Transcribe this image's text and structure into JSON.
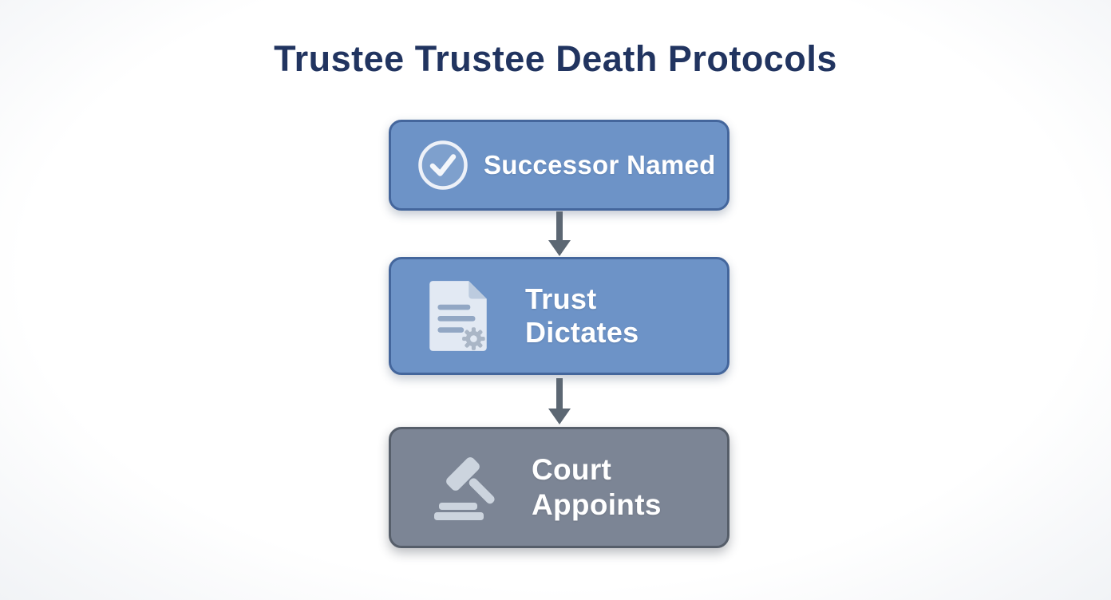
{
  "page": {
    "title": "Trustee Trustee Death Protocols"
  },
  "colors": {
    "title_text": "#213460",
    "node_blue_fill": "#6d93c7",
    "node_blue_border": "#44669c",
    "node_gray_fill": "#7c8595",
    "node_gray_border": "#565e6a",
    "arrow": "#5c6773",
    "node_text": "#ffffff"
  },
  "nodes": [
    {
      "label": "Successor Named",
      "line1": "Successor Named",
      "line2": "",
      "icon": "check-circle-icon",
      "variant": "blue"
    },
    {
      "label": "Trust Dictates",
      "line1": "Trust",
      "line2": "Dictates",
      "icon": "document-gear-icon",
      "variant": "blue"
    },
    {
      "label": "Court Appoints",
      "line1": "Court",
      "line2": "Appoints",
      "icon": "gavel-icon",
      "variant": "gray"
    }
  ]
}
